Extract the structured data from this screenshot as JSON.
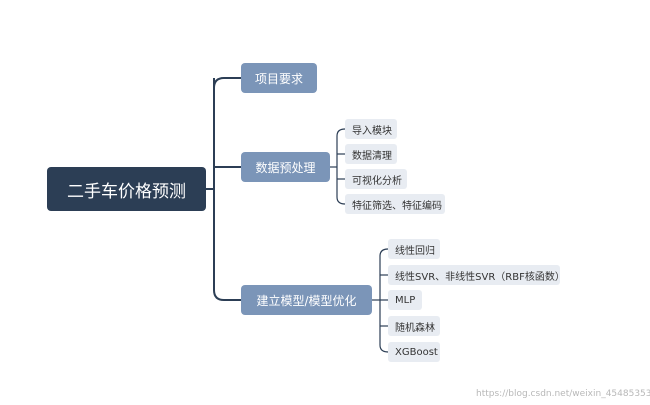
{
  "root": {
    "label": "二手车价格预测"
  },
  "branches": [
    {
      "label": "项目要求",
      "children": []
    },
    {
      "label": "数据预处理",
      "children": [
        "导入模块",
        "数据清理",
        "可视化分析",
        "特征筛选、特征编码"
      ]
    },
    {
      "label": "建立模型/模型优化",
      "children": [
        "线性回归",
        "线性SVR、非线性SVR（RBF核函数）",
        "MLP",
        "随机森林",
        "XGBoost"
      ]
    }
  ],
  "watermark": "https://blog.csdn.net/weixin_45485353",
  "colors": {
    "root": "#2c3e55",
    "branch": "#7b95b8",
    "leaf": "#e8ecf2",
    "connector": "#2c3e55"
  }
}
